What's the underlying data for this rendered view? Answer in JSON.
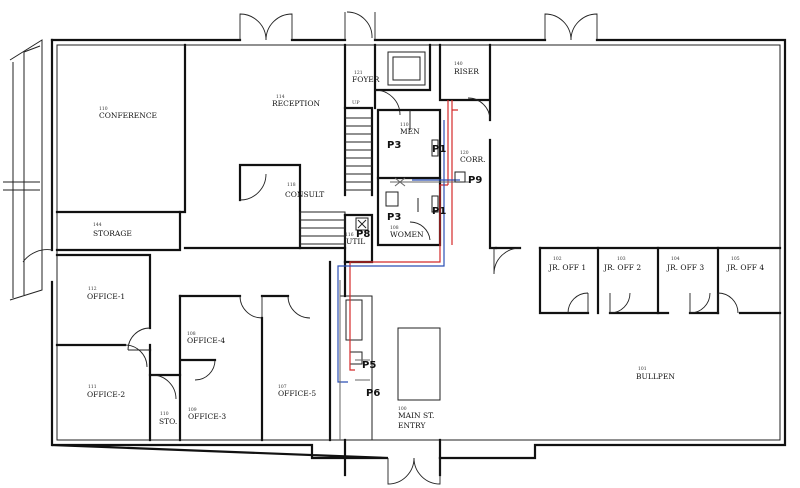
{
  "rooms": [
    {
      "id": "conference",
      "num": "110",
      "name": "CONFERENCE"
    },
    {
      "id": "reception",
      "num": "114",
      "name": "RECEPTION"
    },
    {
      "id": "foyer",
      "num": "121",
      "name": "FOYER"
    },
    {
      "id": "riser",
      "num": "140",
      "name": "RISER"
    },
    {
      "id": "men",
      "num": "110",
      "name": "MEN"
    },
    {
      "id": "corr",
      "num": "120",
      "name": "CORR."
    },
    {
      "id": "consult",
      "num": "118",
      "name": "CONSULT"
    },
    {
      "id": "storage",
      "num": "144",
      "name": "STORAGE"
    },
    {
      "id": "women",
      "num": "108",
      "name": "WOMEN"
    },
    {
      "id": "util",
      "num": "116",
      "name": "UTIL"
    },
    {
      "id": "jroff1",
      "num": "102",
      "name": "JR. OFF 1"
    },
    {
      "id": "jroff2",
      "num": "103",
      "name": "JR. OFF 2"
    },
    {
      "id": "jroff3",
      "num": "104",
      "name": "JR. OFF 3"
    },
    {
      "id": "jroff4",
      "num": "105",
      "name": "JR. OFF 4"
    },
    {
      "id": "office1",
      "num": "112",
      "name": "OFFICE-1"
    },
    {
      "id": "office4",
      "num": "108",
      "name": "OFFICE-4"
    },
    {
      "id": "office2",
      "num": "111",
      "name": "OFFICE-2"
    },
    {
      "id": "sto",
      "num": "110",
      "name": "STO."
    },
    {
      "id": "office3",
      "num": "109",
      "name": "OFFICE-3"
    },
    {
      "id": "office5",
      "num": "107",
      "name": "OFFICE-5"
    },
    {
      "id": "bullpen",
      "num": "101",
      "name": "BULLPEN"
    },
    {
      "id": "mainentry1",
      "num": "100",
      "name": "MAIN ST."
    },
    {
      "id": "mainentry2",
      "num": "",
      "name": "ENTRY"
    }
  ],
  "points": [
    "P1",
    "P1",
    "P3",
    "P3",
    "P5",
    "P6",
    "P8",
    "P9"
  ],
  "stair_label": "UP"
}
